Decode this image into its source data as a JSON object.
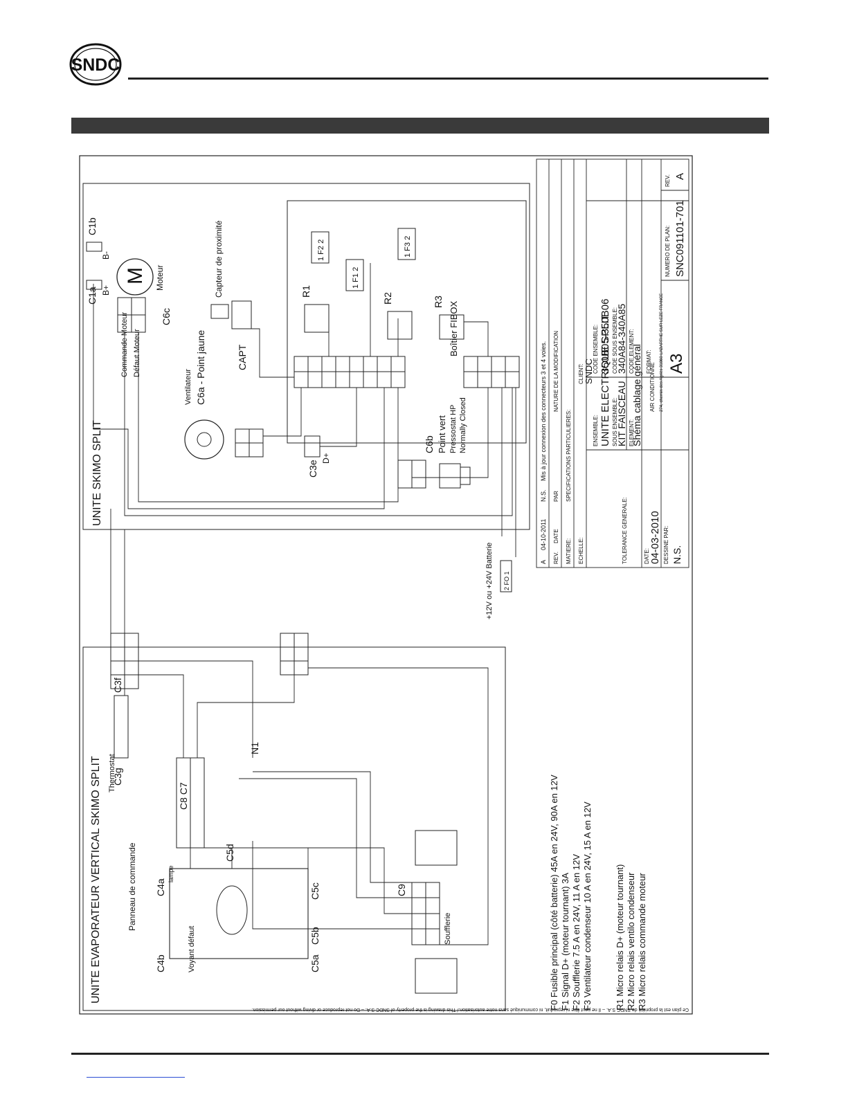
{
  "brand": {
    "logo_text": "SNDC"
  },
  "schematic": {
    "unit_skimo": "UNITE SKIMO SPLIT",
    "unit_evap": "UNITE EVAPORATEUR VERTICAL SKIMO SPLIT",
    "motor_label": "Moteur",
    "motor_symbol": "M",
    "c1a": "C1a",
    "c1b": "C1b",
    "bplus": "B+",
    "bminus": "B-",
    "cmd_moteur": "Commande Moteur",
    "defaut_moteur": "Défaut Moteur",
    "c6c": "C6c",
    "capteur": "Capteur de proximité",
    "capt": "CAPT",
    "ventilateur": "Ventilateur",
    "c6a": "C6a - Point jaune",
    "c3e": "C3e",
    "dplus": "D+",
    "c6b": "C6b",
    "point_vert": "Point vert",
    "pressostat": "Pressostat HP",
    "normally_closed": "Normally Closed",
    "boitier": "Boîtier FIBOX",
    "r1": "R1",
    "r2": "R2",
    "r3": "R3",
    "f1": "1 F1 2",
    "f2": "1 F2 2",
    "f3": "1 F3 2",
    "fuse_f0": "2 FO 1",
    "batterie": "+12V ou +24V Batterie",
    "thermostat": "Thermostat",
    "c3f": "C3f",
    "c3g": "C3g",
    "c8c7": "C8 C7",
    "n1": "N1",
    "panneau": "Panneau de commande",
    "voyant": "Voyant défaut",
    "lampe": "lampe",
    "c4a": "C4a",
    "c4b": "C4b",
    "c5a": "C5a",
    "c5b": "C5b",
    "c5c": "C5c",
    "c5d": "C5d",
    "c9": "C9",
    "soufflerie": "Soufflerie"
  },
  "legend": {
    "f0": "F0 Fusible principal (côté batterie) 45A en 24V, 90A en 12V",
    "f1": "F1 Signal D+ (moteur tournant) 3A",
    "f2": "F2 Soufflerie 7.5 A en 24V, 11 A en 12V",
    "f3": "F3 Ventilateur condenseur 10 A en 24V, 15 A en 12V",
    "r1": "R1 Micro relais D+ (moteur tournant)",
    "r2": "R2 Micro relais ventilo condenseur",
    "r3": "R3 Micro relais commande moteur"
  },
  "titleblock": {
    "rev_a": "A",
    "rev_date": "04-10-2011",
    "ns": "N.S.",
    "modif": "Mis à jour connexion des connecteurs 3 et 4 voies.",
    "rev_hdr": "REV.",
    "date_hdr": "DATE",
    "par_hdr": "PAR",
    "nature_hdr": "NATURE DE LA MODIFICATION",
    "matiere": "MATIERE:",
    "specs": "SPECIFICATIONS PARTICULIERES:",
    "client_lbl": "CLIENT:",
    "client": "SNDC",
    "echelle": "ECHELLE:",
    "ensemble_lbl": "ENSEMBLE:",
    "ensemble": "UNITE ELECTRIQUE SPLIT",
    "code_ens_lbl": "CODE ENSEMBLE:",
    "code_ens": "350B05-350B06",
    "sous_ens_lbl": "SOUS ENSEMBLE:",
    "sous_ens": "KIT FAISCEAU",
    "code_sous_lbl": "CODE SOUS ENSEMBLE:",
    "code_sous": "340A84-340A85",
    "tolerance": "TOLERANCE GENERALE:",
    "element_lbl": "ELEMENT:",
    "element": "Shéma cablage général",
    "code_elem_lbl": "CODE ELEMENT:",
    "date_lbl": "DATE:",
    "date": "04-03-2010",
    "dessine_lbl": "DESSINE PAR:",
    "dessine": "N.S.",
    "company": "AIR CONDITIONNE",
    "address": "274, chemin des Agriès 31860 LABARTHE SUR LEZE FRANCE",
    "format_lbl": "FORMAT:",
    "format": "A3",
    "numero_lbl": "NUMERO DE PLAN:",
    "numero": "SNC091101-701",
    "rev_lbl": "REV.",
    "rev": "A"
  },
  "property_notice": "Ce plan est la propriété de SNDC S.A. – Il ne peut être ni reproduit, ni communiqué sans notre autorisation./ This drawing is the property of SNDC S.A. – Do not reproduce or diving without our permission."
}
